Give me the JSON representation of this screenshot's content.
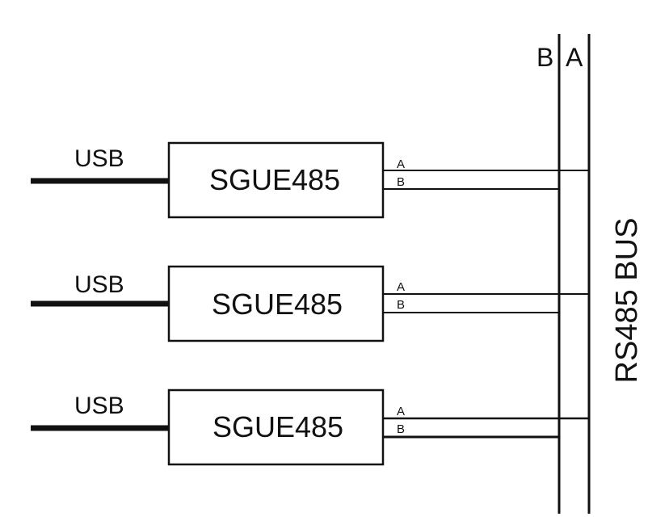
{
  "bus": {
    "title": "RS485 BUS",
    "line_b_label": "B",
    "line_a_label": "A"
  },
  "devices": [
    {
      "name": "SGUE485",
      "usb_label": "USB",
      "pin_a": "A",
      "pin_b": "B"
    },
    {
      "name": "SGUE485",
      "usb_label": "USB",
      "pin_a": "A",
      "pin_b": "B"
    },
    {
      "name": "SGUE485",
      "usb_label": "USB",
      "pin_a": "A",
      "pin_b": "B"
    }
  ],
  "colors": {
    "line": "#111111",
    "background": "#ffffff"
  }
}
